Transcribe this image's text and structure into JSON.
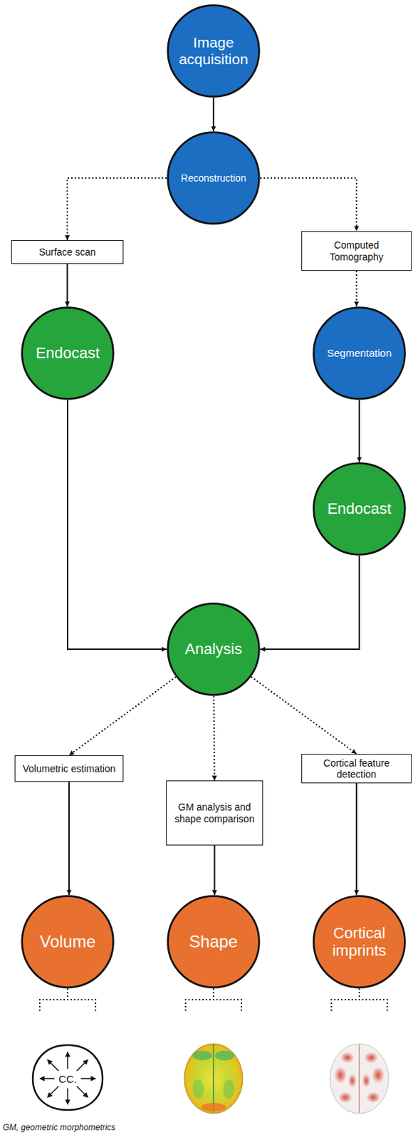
{
  "diagram": {
    "caption": "GM, geometric morphometrics",
    "nodes": [
      {
        "text": [
          "Image acquisition"
        ]
      },
      {
        "text": [
          "Reconstruction"
        ]
      },
      {
        "text": [
          "Surface scan"
        ]
      },
      {
        "text": [
          "Computed Tomography"
        ]
      },
      {
        "text": [
          "Endocast"
        ]
      },
      {
        "text": [
          "Segmentation"
        ]
      },
      {
        "text": [
          "Endocast"
        ]
      },
      {
        "text": [
          "Analysis"
        ]
      },
      {
        "text": [
          "Volumetric estimation"
        ]
      },
      {
        "text": [
          "GM analysis and shape comparison"
        ]
      },
      {
        "text": [
          "Cortical feature detection"
        ]
      },
      {
        "text": [
          "Volume"
        ]
      },
      {
        "text": [
          "Shape"
        ]
      },
      {
        "text": [
          "Cortical imprints"
        ]
      }
    ],
    "edges": [
      {
        "from": 0,
        "to": 1,
        "arrow": "to"
      },
      {
        "from": 1,
        "to": 2,
        "arrow": "to"
      },
      {
        "from": 1,
        "to": 3,
        "arrow": "to"
      },
      {
        "from": 2,
        "to": 4,
        "arrow": "to"
      },
      {
        "from": 3,
        "to": 5,
        "arrow": "to"
      },
      {
        "from": 5,
        "to": 6,
        "arrow": "to"
      },
      {
        "from": 4,
        "to": 7,
        "arrow": "to"
      },
      {
        "from": 6,
        "to": 7,
        "arrow": "to"
      },
      {
        "from": 7,
        "to": 8,
        "arrow": "to"
      },
      {
        "from": 7,
        "to": 9,
        "arrow": "to"
      },
      {
        "from": 7,
        "to": 10,
        "arrow": "to"
      },
      {
        "from": 8,
        "to": 11,
        "arrow": "to"
      },
      {
        "from": 9,
        "to": 12,
        "arrow": "to"
      },
      {
        "from": 10,
        "to": 13,
        "arrow": "to"
      }
    ],
    "labels": [
      "CC."
    ]
  }
}
